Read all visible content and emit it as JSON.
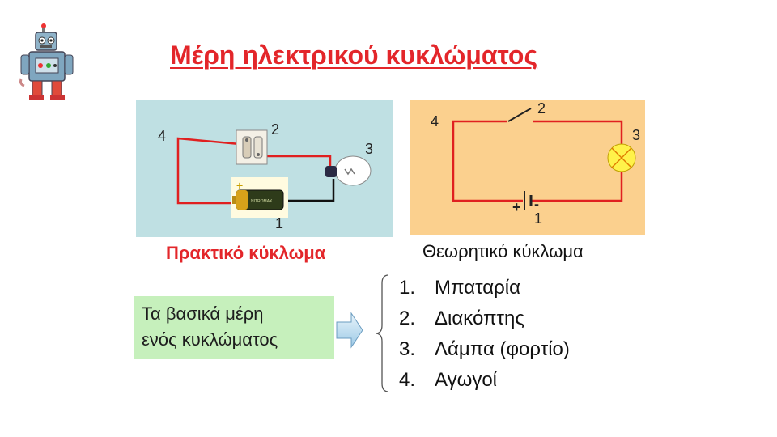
{
  "title": "Μέρη ηλεκτρικού κυκλώματος",
  "practical_circuit": {
    "caption": "Πρακτικό κύκλωμα",
    "labels": [
      "1",
      "2",
      "3",
      "4"
    ],
    "battery_brand": "NITROMAX"
  },
  "theoretical_circuit": {
    "caption": "Θεωρητικό κύκλωμα",
    "labels": [
      "1",
      "2",
      "3",
      "4"
    ],
    "plus_sign": "+",
    "minus_sign": "-"
  },
  "basic_parts_box": {
    "line1": "Τα βασικά μέρη",
    "line2": "ενός κυκλώματος"
  },
  "parts_list": [
    {
      "number": "1.",
      "label": "Μπαταρία"
    },
    {
      "number": "2.",
      "label": "Διακόπτης"
    },
    {
      "number": "3.",
      "label": "Λάμπα (φορτίο)"
    },
    {
      "number": "4.",
      "label": "Αγωγοί"
    }
  ],
  "colors": {
    "title": "#e3262a",
    "practical_bg": "#bfe0e3",
    "theoretical_bg": "#fbd08e",
    "green_box": "#c6f0bc",
    "wire_red": "#e02020",
    "lamp_yellow": "#fff24a"
  }
}
